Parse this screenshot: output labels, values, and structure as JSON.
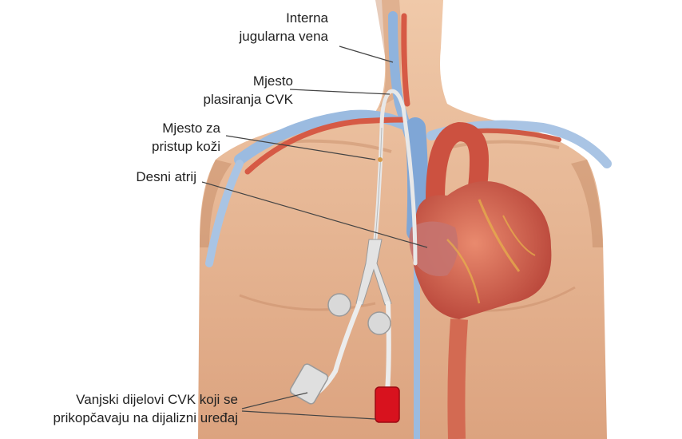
{
  "labels": {
    "jugular": {
      "line1": "Interna",
      "line2": "jugularna vena"
    },
    "placement": {
      "line1": "Mjesto",
      "line2": "plasiranja CVK"
    },
    "skin_access": {
      "line1": "Mjesto za",
      "line2": "pristup koži"
    },
    "atrium": {
      "line1": "Desni atrij"
    },
    "external_parts": {
      "line1": "Vanjski dijelovi CVK koji se",
      "line2": "prikopčavaju na dijalizni uređaj"
    }
  },
  "colors": {
    "skin": "#e3b28f",
    "skin_shadow": "#c98f6b",
    "vein": "#8fb3dd",
    "artery": "#d65a45",
    "heart": "#d8694f",
    "catheter": "#e8e8e8",
    "red_cap": "#d8121e",
    "leader_line": "#444444"
  }
}
